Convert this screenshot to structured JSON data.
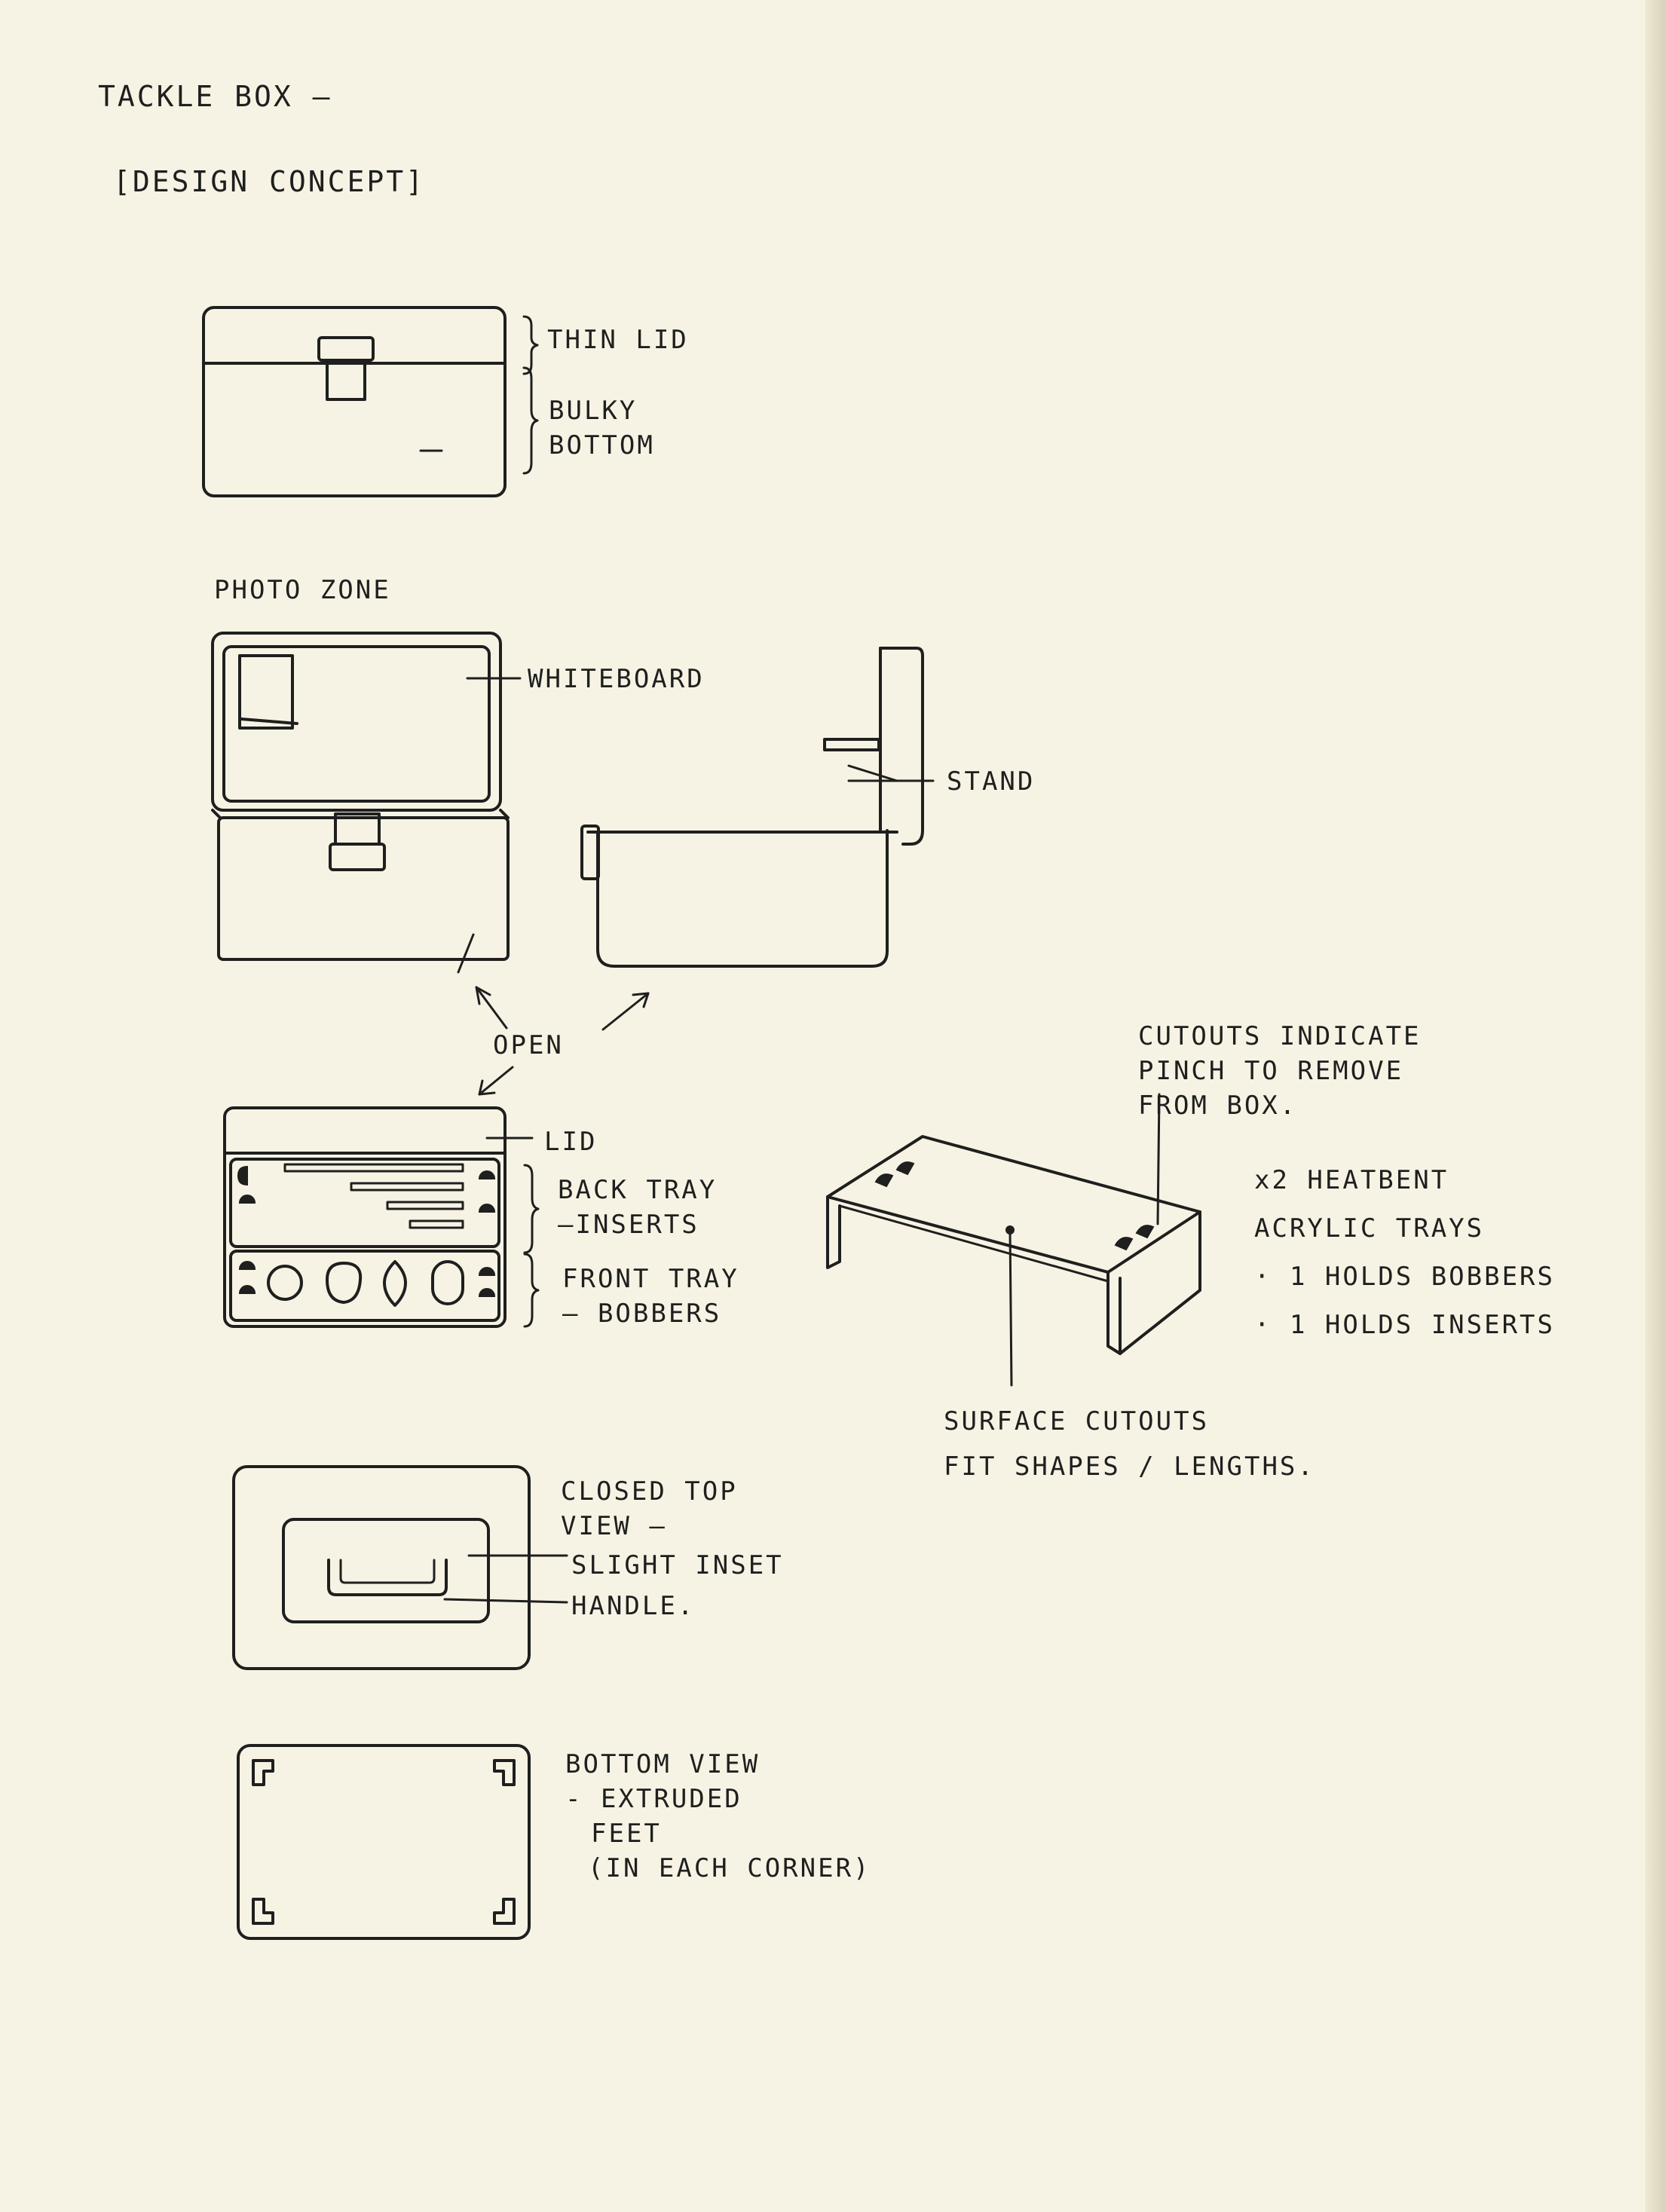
{
  "title": "TACKLE BOX —",
  "subtitle": "[DESIGN CONCEPT]",
  "closed_side_view": {
    "thin_lid": "THIN LID",
    "bulky_bottom": [
      "BULKY",
      "BOTTOM"
    ]
  },
  "open_views": {
    "photo_zone": "PHOTO ZONE",
    "whiteboard": "WHITEBOARD",
    "stand": "STAND",
    "open": "OPEN"
  },
  "tray_view": {
    "lid": "LID",
    "back_tray": [
      "BACK TRAY",
      "—INSERTS"
    ],
    "front_tray": [
      "FRONT TRAY",
      "— BOBBERS"
    ]
  },
  "acrylic_tray": {
    "cutouts_note": [
      "CUTOUTS INDICATE",
      "PINCH TO REMOVE",
      "FROM BOX."
    ],
    "tray_note": [
      "x2 HEATBENT",
      "ACRYLIC TRAYS",
      "· 1 HOLDS BOBBERS",
      "· 1 HOLDS INSERTS"
    ],
    "surface_note": [
      "SURFACE CUTOUTS",
      "FIT SHAPES / LENGTHS."
    ]
  },
  "closed_top_view": {
    "caption": [
      "CLOSED TOP",
      "VIEW —"
    ],
    "slight_inset": "SLIGHT INSET",
    "handle": "HANDLE."
  },
  "bottom_view": {
    "caption": [
      "BOTTOM VIEW",
      "- EXTRUDED",
      "FEET",
      "(IN EACH CORNER)"
    ]
  },
  "colors": {
    "paper": "#f7f3e4",
    "ink": "#1f1f1f"
  }
}
